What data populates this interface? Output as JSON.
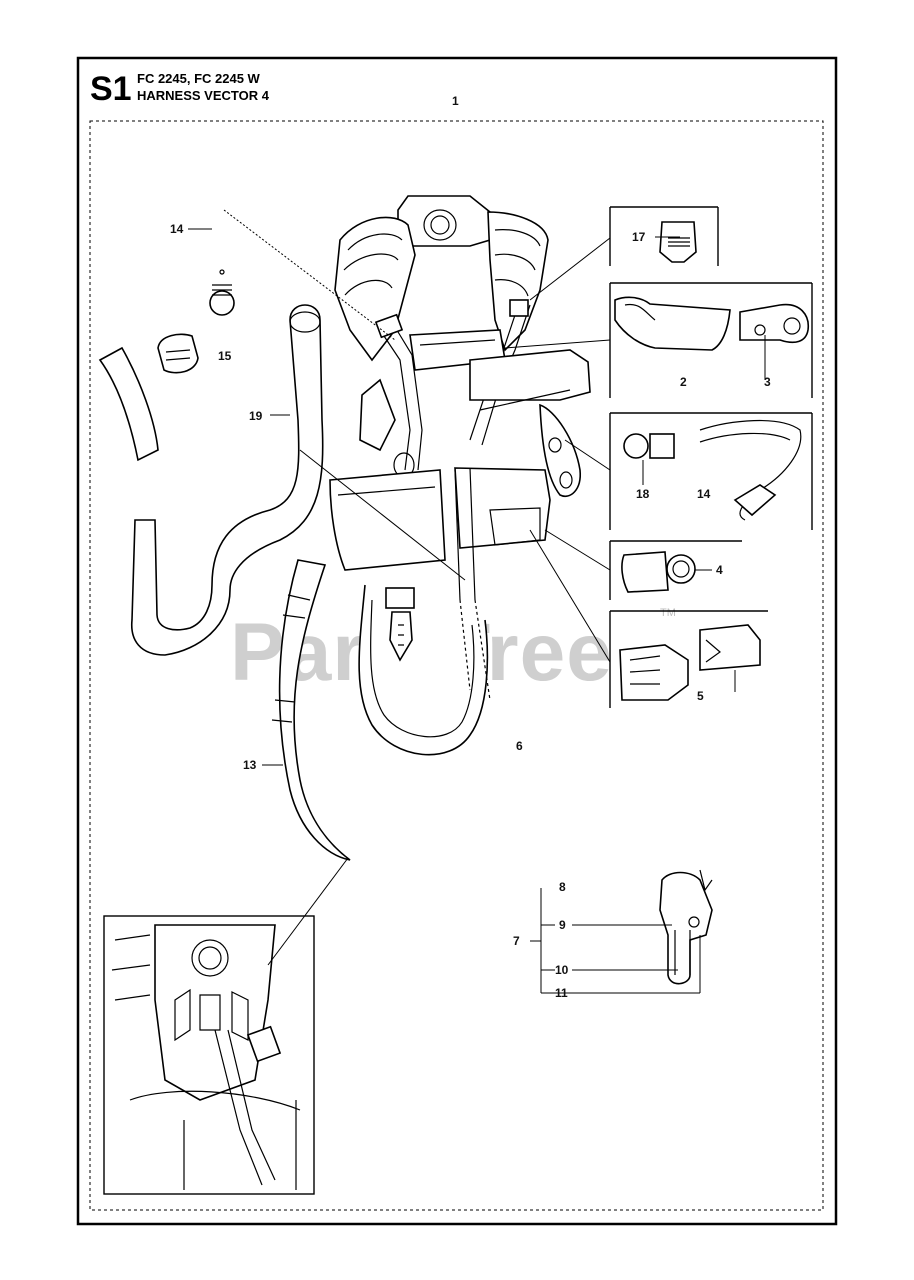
{
  "header": {
    "section_code": "S1",
    "model_line": "FC 2245, FC 2245 W",
    "assembly_name": "HARNESS VECTOR 4",
    "group_number": "1"
  },
  "watermark": {
    "text": "PartsTree",
    "trademark": "TM",
    "color": "#cfcfcf"
  },
  "callouts": {
    "c1": "14",
    "c2": "15",
    "c3": "19",
    "c4": "13",
    "c5": "17",
    "c6": "2",
    "c7": "3",
    "c8": "18",
    "c9": "14",
    "c10": "4",
    "c11": "5",
    "c12": "6",
    "c13": "8",
    "c14": "7",
    "c15": "9",
    "c16": "10",
    "c17": "11"
  },
  "colors": {
    "ink": "#000000",
    "paper": "#ffffff"
  }
}
